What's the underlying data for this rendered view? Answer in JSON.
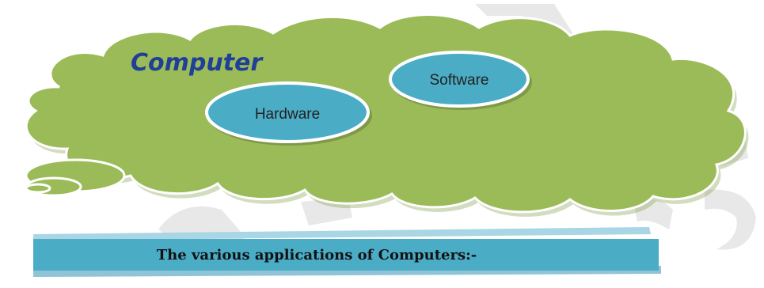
{
  "diagram": {
    "cloud_title": "Computer",
    "nodes": [
      {
        "label": "Software"
      },
      {
        "label": "Hardware"
      }
    ]
  },
  "banner": {
    "text": "The various applications of Computers:-"
  },
  "colors": {
    "cloud": "#9bbb59",
    "oval": "#4bacc6",
    "title": "#1f3f98",
    "banner": "#4bacc6",
    "watermark": "#d6d6d6"
  }
}
